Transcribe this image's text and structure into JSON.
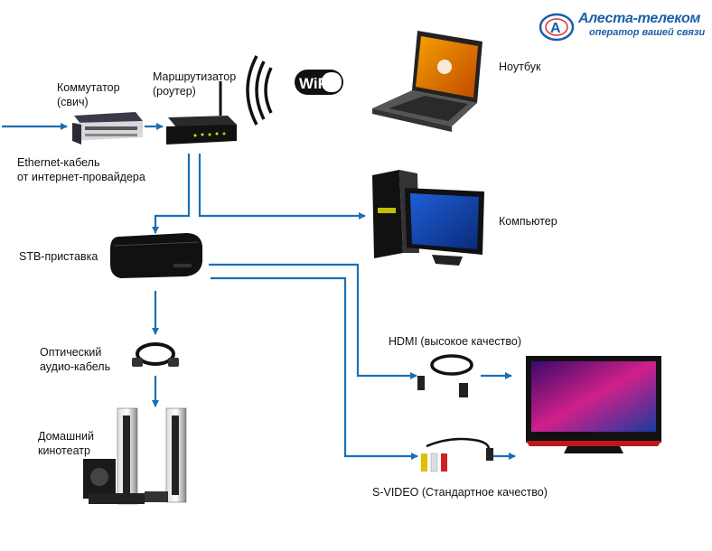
{
  "logo": {
    "title": "Алеста-телеком",
    "subtitle": "оператор вашей связи",
    "mark_letter": "А"
  },
  "wifi": {
    "text": "WiFi"
  },
  "labels": {
    "switch": [
      "Коммутатор",
      "(свич)"
    ],
    "router": [
      "Маршрутизатор",
      "(роутер)"
    ],
    "ethernet": [
      "Ethernet-кабель",
      "от интернет-провайдера"
    ],
    "laptop": "Ноутбук",
    "computer": "Компьютер",
    "stb": "STB-приставка",
    "optical": [
      "Оптический",
      "аудио-кабель"
    ],
    "home_theater": [
      "Домашний",
      "кинотеатр"
    ],
    "hdmi": "HDMI (высокое качество)",
    "svideo": "S-VIDEO (Стандартное качество)"
  },
  "colors": {
    "connector": "#1a6fb5",
    "brand": "#1a5ea8",
    "device_dark": "#1c1c1c"
  }
}
